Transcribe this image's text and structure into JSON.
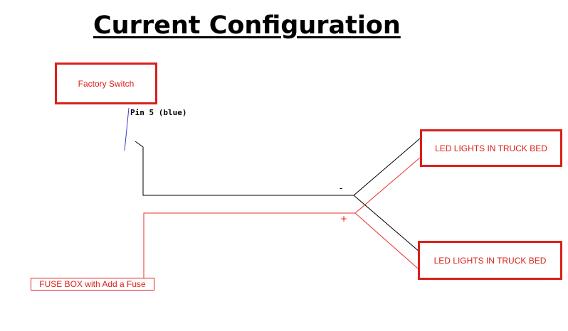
{
  "title": "Current Configuration",
  "components": {
    "factory_switch": "Factory Switch",
    "led_lights_upper": "LED LIGHTS IN TRUCK BED",
    "led_lights_lower": "LED LIGHTS IN TRUCK BED",
    "fuse_box": "FUSE BOX with Add a Fuse"
  },
  "labels": {
    "pin": "Pin 5 (blue)",
    "negative": "-",
    "positive": "+"
  },
  "colors": {
    "box_border": "#d9201a",
    "positive_wire": "#e8302a",
    "negative_wire": "#000000",
    "pin_wire": "#3a3ad0"
  }
}
